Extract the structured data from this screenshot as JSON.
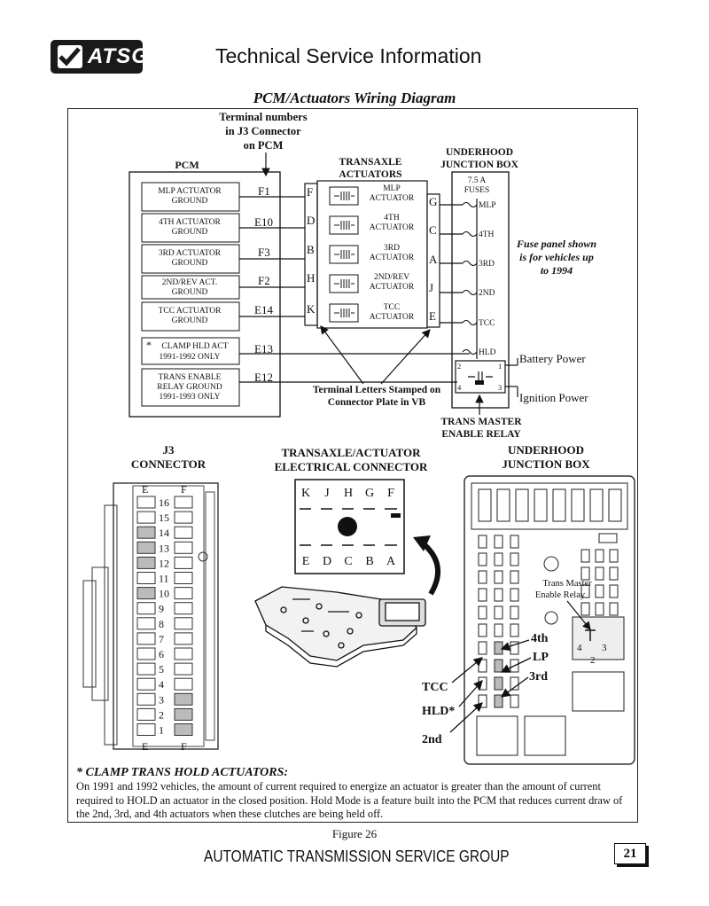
{
  "header": {
    "logo": "ATSG",
    "title": "Technical Service Information"
  },
  "diagram": {
    "title": "PCM/Actuators Wiring Diagram",
    "terminal_numbers_label": [
      "Terminal numbers",
      "in J3 Connector",
      "on PCM"
    ],
    "pcm_label": "PCM",
    "pcm_rows": [
      {
        "label": [
          "MLP ACTUATOR",
          "GROUND"
        ],
        "terminal": "F1",
        "letter": "F"
      },
      {
        "label": [
          "4TH ACTUATOR",
          "GROUND"
        ],
        "terminal": "E10",
        "letter": "D"
      },
      {
        "label": [
          "3RD ACTUATOR",
          "GROUND"
        ],
        "terminal": "F3",
        "letter": "B"
      },
      {
        "label": [
          "2ND/REV ACT.",
          "GROUND"
        ],
        "terminal": "F2",
        "letter": "H"
      },
      {
        "label": [
          "TCC ACTUATOR",
          "GROUND"
        ],
        "terminal": "E14",
        "letter": "K"
      },
      {
        "label": [
          "CLAMP HLD ACT",
          "1991-1992 ONLY"
        ],
        "terminal": "E13",
        "asterisk": "*"
      },
      {
        "label": [
          "TRANS ENABLE",
          "RELAY GROUND",
          "1991-1993 ONLY"
        ],
        "terminal": "E12"
      }
    ],
    "actuators_label": [
      "TRANSAXLE",
      "ACTUATORS"
    ],
    "actuators": [
      {
        "label": [
          "MLP",
          "ACTUATOR"
        ],
        "letter": "G"
      },
      {
        "label": [
          "4TH",
          "ACTUATOR"
        ],
        "letter": "C"
      },
      {
        "label": [
          "3RD",
          "ACTUATOR"
        ],
        "letter": "A"
      },
      {
        "label": [
          "2ND/REV",
          "ACTUATOR"
        ],
        "letter": "J"
      },
      {
        "label": [
          "TCC",
          "ACTUATOR"
        ],
        "letter": "E"
      }
    ],
    "junction_label": [
      "UNDERHOOD",
      "JUNCTION BOX"
    ],
    "fuses_label": [
      "7.5 A",
      "FUSES"
    ],
    "fuses": [
      "MLP",
      "4TH",
      "3RD",
      "2ND",
      "TCC",
      "HLD"
    ],
    "fuse_note": [
      "Fuse panel shown",
      "is for vehicles up",
      "to 1994"
    ],
    "battery_power": "Battery Power",
    "ignition_power": "Ignition Power",
    "relay_pins": [
      "2",
      "1",
      "4",
      "3"
    ],
    "terminal_letters_note": [
      "Terminal Letters Stamped on",
      "Connector Plate in VB"
    ],
    "relay_label": [
      "TRANS MASTER",
      "ENABLE RELAY"
    ]
  },
  "j3": {
    "title": [
      "J3",
      "CONNECTOR"
    ],
    "col_labels": [
      "E",
      "F"
    ],
    "pins": [
      "16",
      "15",
      "14",
      "13",
      "12",
      "11",
      "10",
      "9",
      "8",
      "7",
      "6",
      "5",
      "4",
      "3",
      "2",
      "1"
    ]
  },
  "connector": {
    "title": [
      "TRANSAXLE/ACTUATOR",
      "ELECTRICAL CONNECTOR"
    ],
    "top_letters": [
      "K",
      "J",
      "H",
      "G",
      "F"
    ],
    "bottom_letters": [
      "E",
      "D",
      "C",
      "B",
      "A"
    ]
  },
  "jbox": {
    "title": [
      "UNDERHOOD",
      "JUNCTION BOX"
    ],
    "relay_label": [
      "Trans Master",
      "Enable Relay"
    ],
    "relay_pins": [
      "4",
      "3",
      "2"
    ],
    "fuse_labels": [
      "4th",
      "LP",
      "3rd",
      "TCC",
      "HLD*",
      "2nd"
    ]
  },
  "note": {
    "title": "* CLAMP TRANS HOLD ACTUATORS:",
    "body": "On 1991 and 1992 vehicles, the amount of current required to energize an actuator is greater than the amount of current required to HOLD an actuator in the closed position. Hold Mode is a feature built into the PCM that reduces current draw of the 2nd, 3rd, and 4th actuators when these clutches are being held off."
  },
  "figure": "Figure 26",
  "footer": {
    "org": "AUTOMATIC TRANSMISSION SERVICE GROUP",
    "page": "21"
  }
}
